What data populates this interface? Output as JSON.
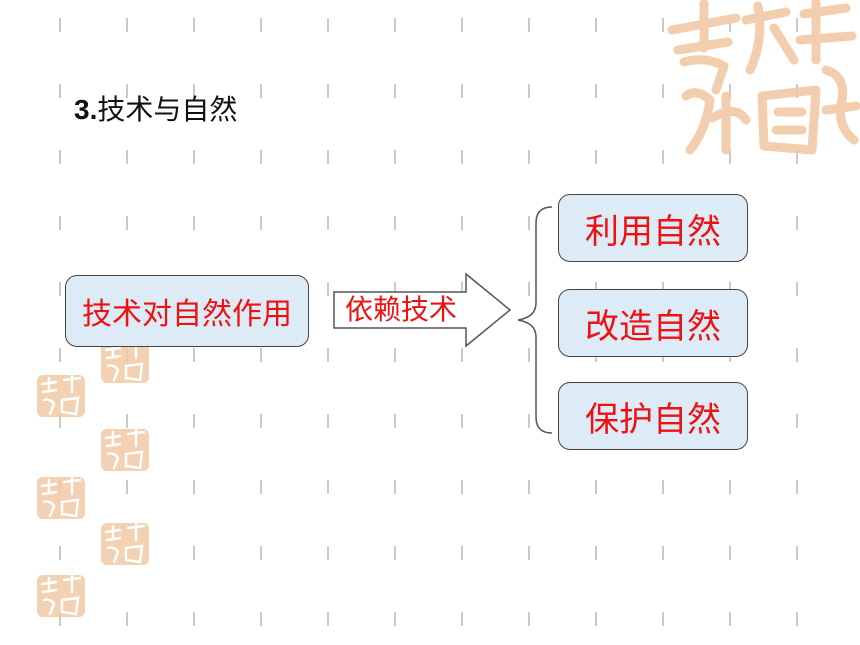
{
  "title": {
    "number": "3.",
    "text": "技术与自然"
  },
  "diagram": {
    "source": "技术对自然作用",
    "arrow_label": "依赖技术",
    "targets": [
      "利用自然",
      "改造自然",
      "保护自然"
    ]
  },
  "decorations": {
    "seal_motif": "吉祥如意",
    "seal_color": "#f1c9a6"
  }
}
